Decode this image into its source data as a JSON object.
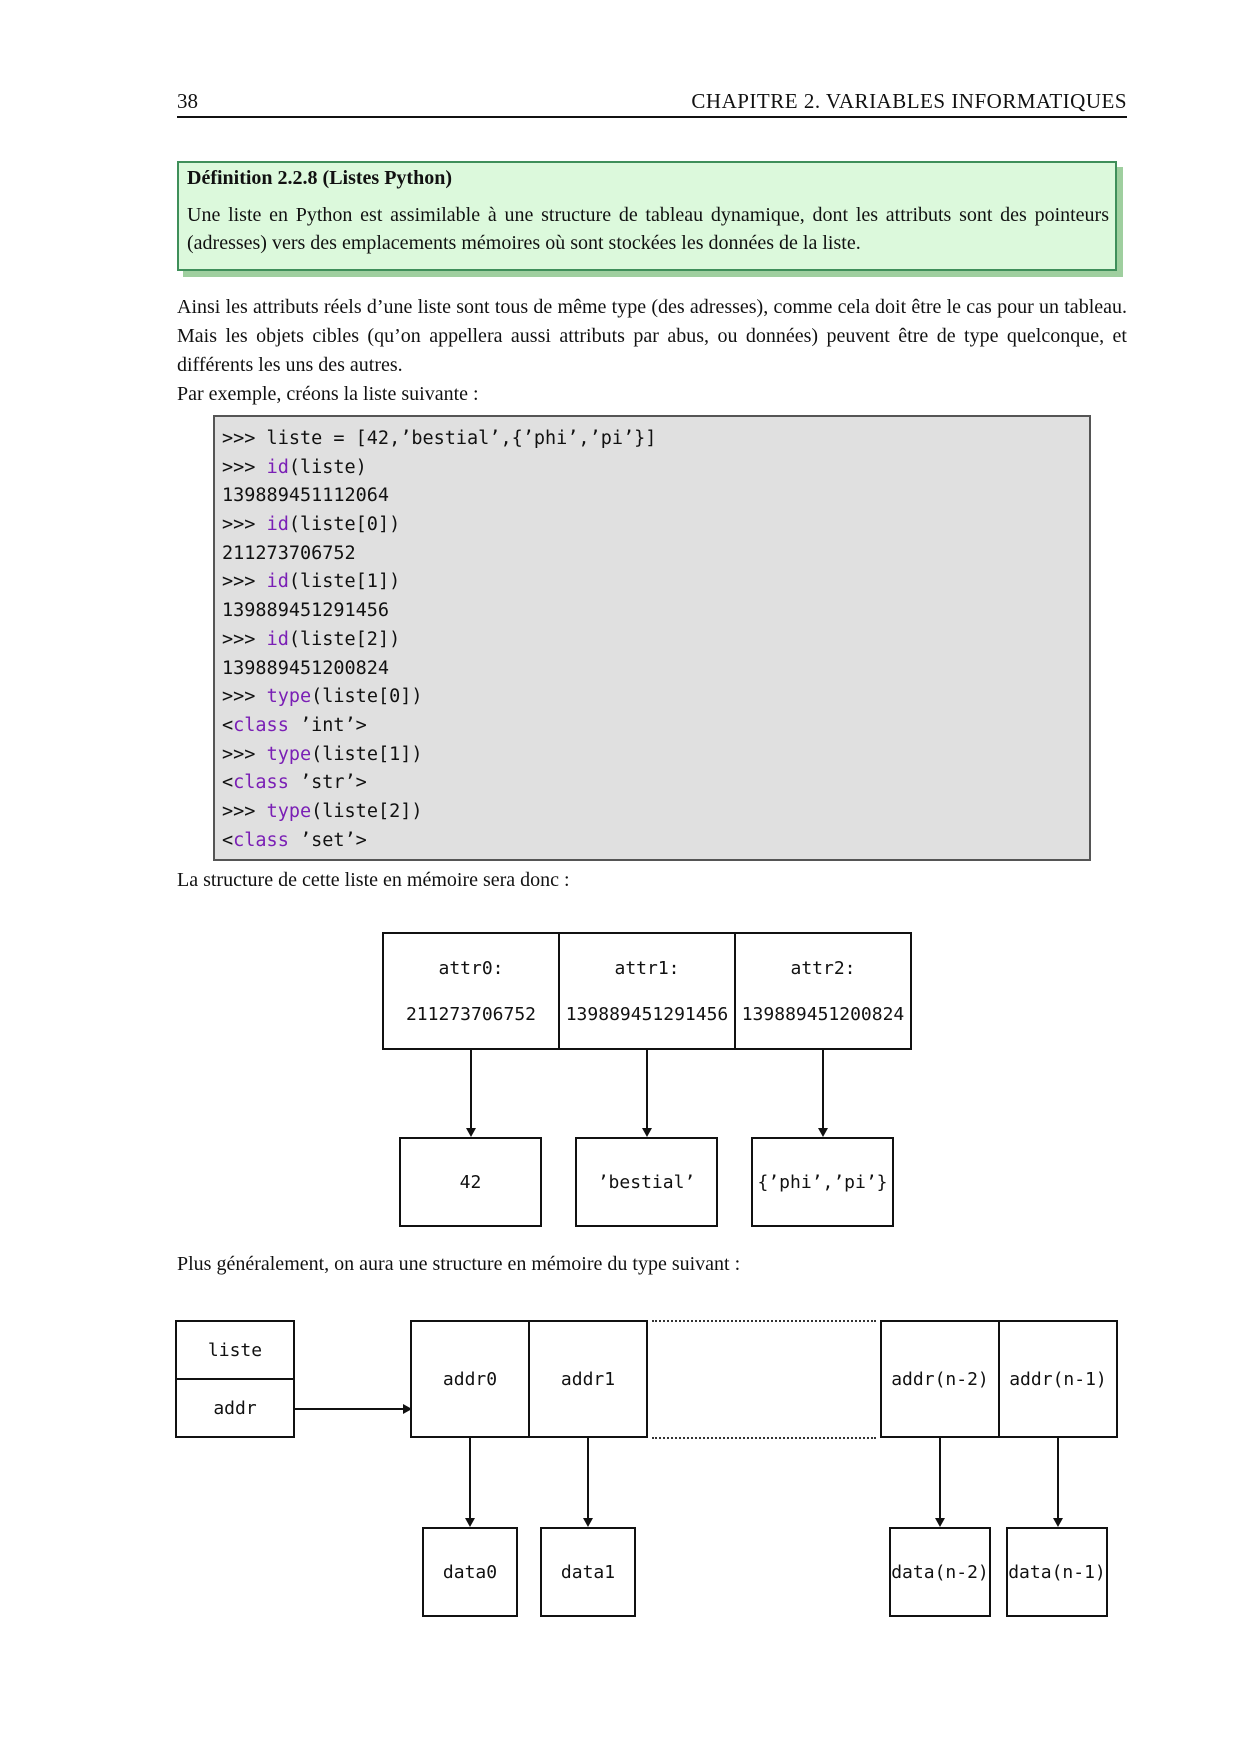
{
  "header": {
    "page_number": "38",
    "chapter": "CHAPITRE 2.  VARIABLES INFORMATIQUES"
  },
  "definition": {
    "title": "Définition 2.2.8 (Listes Python)",
    "body": "Une liste en Python est assimilable à une structure de tableau dynamique, dont les attributs sont des pointeurs (adresses) vers des emplacements mémoires où sont stockées les données de la liste."
  },
  "paragraphs": {
    "p1": "Ainsi les attributs réels d’une liste sont tous de même type (des adresses), comme cela doit être le cas pour un tableau. Mais les objets cibles (qu’on appellera aussi attributs par abus, ou données) peuvent être de type quelconque, et différents les uns des autres.",
    "p2": "Par exemple, créons la liste suivante :",
    "p3": "La structure de cette liste en mémoire sera donc :",
    "p4": "Plus généralement, on aura une structure en mémoire du type suivant :"
  },
  "code": {
    "l1": ">>> liste = [42,’bestial’,{’phi’,’pi’}]",
    "l2_prompt": ">>> ",
    "l2_kw": "id",
    "l2_rest": "(liste)",
    "l3": "139889451112064",
    "l4_prompt": ">>> ",
    "l4_kw": "id",
    "l4_rest": "(liste[0])",
    "l5": "211273706752",
    "l6_prompt": ">>> ",
    "l6_kw": "id",
    "l6_rest": "(liste[1])",
    "l7": "139889451291456",
    "l8_prompt": ">>> ",
    "l8_kw": "id",
    "l8_rest": "(liste[2])",
    "l9": "139889451200824",
    "l10_prompt": ">>> ",
    "l10_kw": "type",
    "l10_rest": "(liste[0])",
    "l11_pre": "<",
    "l11_kw": "class",
    "l11_rest": " ’int’>",
    "l12_prompt": ">>> ",
    "l12_kw": "type",
    "l12_rest": "(liste[1])",
    "l13_pre": "<",
    "l13_kw": "class",
    "l13_rest": " ’str’>",
    "l14_prompt": ">>> ",
    "l14_kw": "type",
    "l14_rest": "(liste[2])",
    "l15_pre": "<",
    "l15_kw": "class",
    "l15_rest": " ’set’>"
  },
  "diagram1": {
    "attrs": [
      {
        "label": "attr0:",
        "value": "211273706752"
      },
      {
        "label": "attr1:",
        "value": "139889451291456"
      },
      {
        "label": "attr2:",
        "value": "139889451200824"
      }
    ],
    "targets": [
      "42",
      "’bestial’",
      "{’phi’,’pi’}"
    ]
  },
  "diagram2": {
    "var_name": "liste",
    "var_addr": "addr",
    "addrs": [
      "addr0",
      "addr1",
      "addr(n-2)",
      "addr(n-1)"
    ],
    "datas": [
      "data0",
      "data1",
      "data(n-2)",
      "data(n-1)"
    ]
  },
  "colors": {
    "definition_bg": "#dcf9dc",
    "definition_border": "#3f8f5a",
    "code_bg": "#e0e0e0",
    "code_keyword": "#7a1fb5"
  }
}
